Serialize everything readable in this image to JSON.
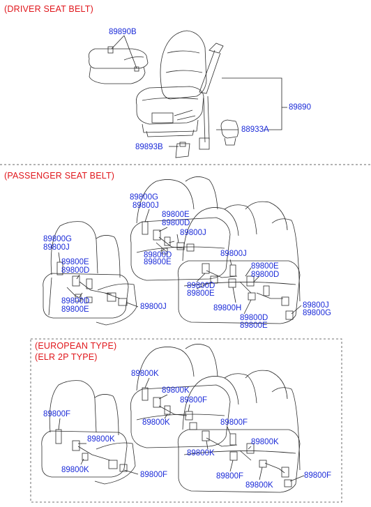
{
  "sections": {
    "driver": "(DRIVER SEAT BELT)",
    "passenger": "(PASSENGER SEAT BELT)",
    "european_line1": "(EUROPEAN TYPE)",
    "european_line2": "(ELR 2P TYPE)"
  },
  "driver_parts": {
    "p1": "89890B",
    "p2": "89890",
    "p3": "88933A",
    "p4": "89893B"
  },
  "passenger_parts": {
    "a1": "89800G",
    "a2": "89800J",
    "a3": "89800E",
    "a4": "89800D",
    "a5": "89800D",
    "a6": "89800E",
    "a7": "89800J",
    "b1": "89800G",
    "b2": "89800J",
    "b3": "89800E",
    "b4": "89800D",
    "b5": "89800J",
    "b6": "89800D",
    "b7": "89800E",
    "c1": "89800J",
    "c2": "89800D",
    "c3": "89800E",
    "c4": "89800H",
    "c5": "89800E",
    "c6": "89800D",
    "c7": "89800D",
    "c8": "89800E",
    "c9": "89800J",
    "c10": "89800G"
  },
  "european_parts": {
    "a1": "89800F",
    "a2": "89800K",
    "a3": "89800K",
    "a4": "89800F",
    "b1": "89800K",
    "b2": "89800K",
    "b3": "89800F",
    "b4": "89800K",
    "c1": "89800F",
    "c2": "89800K",
    "c3": "89800K",
    "c4": "89800F",
    "c5": "89800K",
    "c6": "89800F"
  }
}
